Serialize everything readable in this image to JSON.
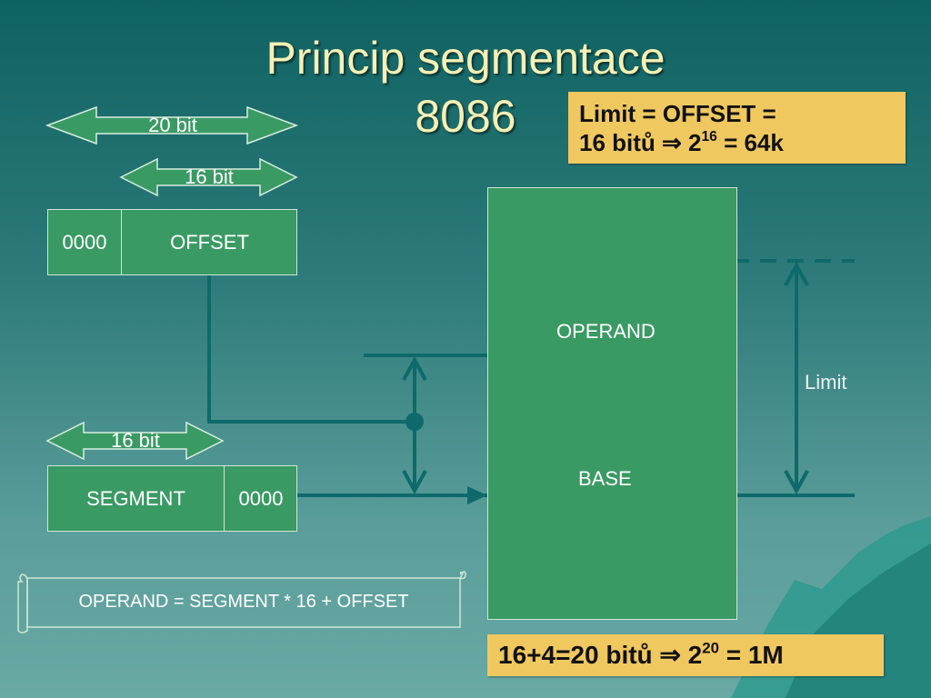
{
  "title": {
    "line1": "Princip segmentace",
    "line2": "8086"
  },
  "notes": {
    "limit_line1": "Limit = OFFSET =",
    "limit_line2_prefix": "16 bitů ⇒ 2",
    "limit_line2_exp": "16",
    "limit_line2_suffix": " = 64k",
    "bits_prefix": "16+4=20 bitů ⇒ 2",
    "bits_exp": "20",
    "bits_suffix": " = 1M"
  },
  "arrows": {
    "bit20": "20 bit",
    "bit16_offset": "16 bit",
    "bit16_segment": "16 bit"
  },
  "offset_register": {
    "zeros": "0000",
    "name": "OFFSET"
  },
  "segment_register": {
    "name": "SEGMENT",
    "zeros": "0000"
  },
  "memory": {
    "operand": "OPERAND",
    "base": "BASE",
    "limit": "Limit"
  },
  "formula": "OPERAND = SEGMENT * 16 + OFFSET",
  "colors": {
    "arrow_fill": "#3a9a64",
    "line": "#0e6a6a",
    "note_bg": "#f0c860",
    "title": "#f6f0b4"
  }
}
